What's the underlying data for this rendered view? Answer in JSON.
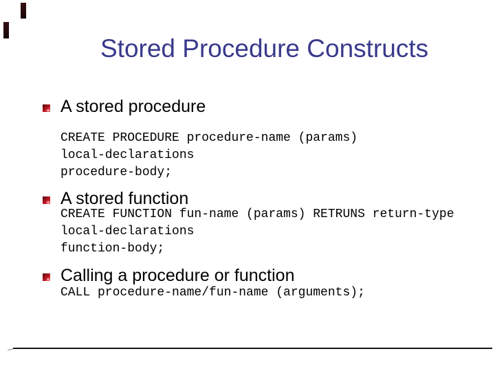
{
  "title": "Stored Procedure Constructs",
  "colors": {
    "title": "#39398c",
    "body_text": "#000000",
    "bullet_red": "#c41a28",
    "bullet_red_dark": "#4a070c",
    "bullet_red_light": "#ef6a70",
    "corner_mark": "#240a0c",
    "divider": "#141414"
  },
  "sections": [
    {
      "heading": "A stored procedure",
      "code": [
        "CREATE PROCEDURE procedure-name (params)",
        "local-declarations",
        "procedure-body;"
      ]
    },
    {
      "heading": "A stored function",
      "code": [
        "CREATE FUNCTION fun-name (params) RETRUNS return-type",
        "local-declarations",
        "function-body;"
      ]
    },
    {
      "heading": "Calling a procedure or function",
      "code": [
        "CALL procedure-name/fun-name (arguments);"
      ]
    }
  ]
}
